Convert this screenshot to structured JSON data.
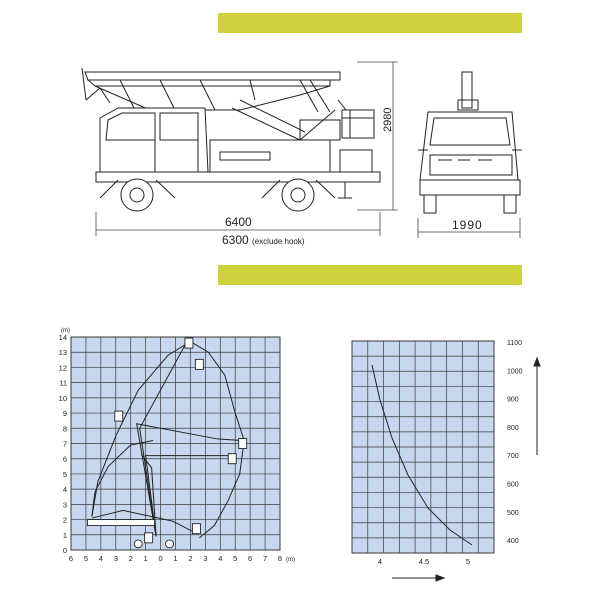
{
  "colors": {
    "accent_band": "#cdd23a",
    "grid_fill": "#c7d7ef",
    "grid_line": "#3a3a3a",
    "line": "#222222"
  },
  "dimensions": {
    "overall_length": "6400",
    "length_excl_hook_value": "6300",
    "length_excl_hook_note": "(exclude hook)",
    "height": "2980",
    "width": "1990"
  },
  "reach_chart": {
    "unit_y": "(m)",
    "unit_x": "(m)",
    "y_ticks": [
      "0",
      "1",
      "2",
      "3",
      "4",
      "5",
      "6",
      "7",
      "8",
      "9",
      "10",
      "11",
      "12",
      "13",
      "14"
    ],
    "x_ticks": [
      "6",
      "5",
      "4",
      "3",
      "2",
      "1",
      "0",
      "1",
      "2",
      "3",
      "4",
      "5",
      "6",
      "7",
      "8"
    ]
  },
  "performance_chart": {
    "x_ticks": [
      "4",
      "4.5",
      "5"
    ],
    "y_ticks": [
      "1100",
      "1000",
      "900",
      "800",
      "700",
      "600",
      "500",
      "400"
    ]
  },
  "icons": [
    "truck-side-view",
    "truck-front-view",
    "arrow-up-icon",
    "arrow-right-icon"
  ]
}
